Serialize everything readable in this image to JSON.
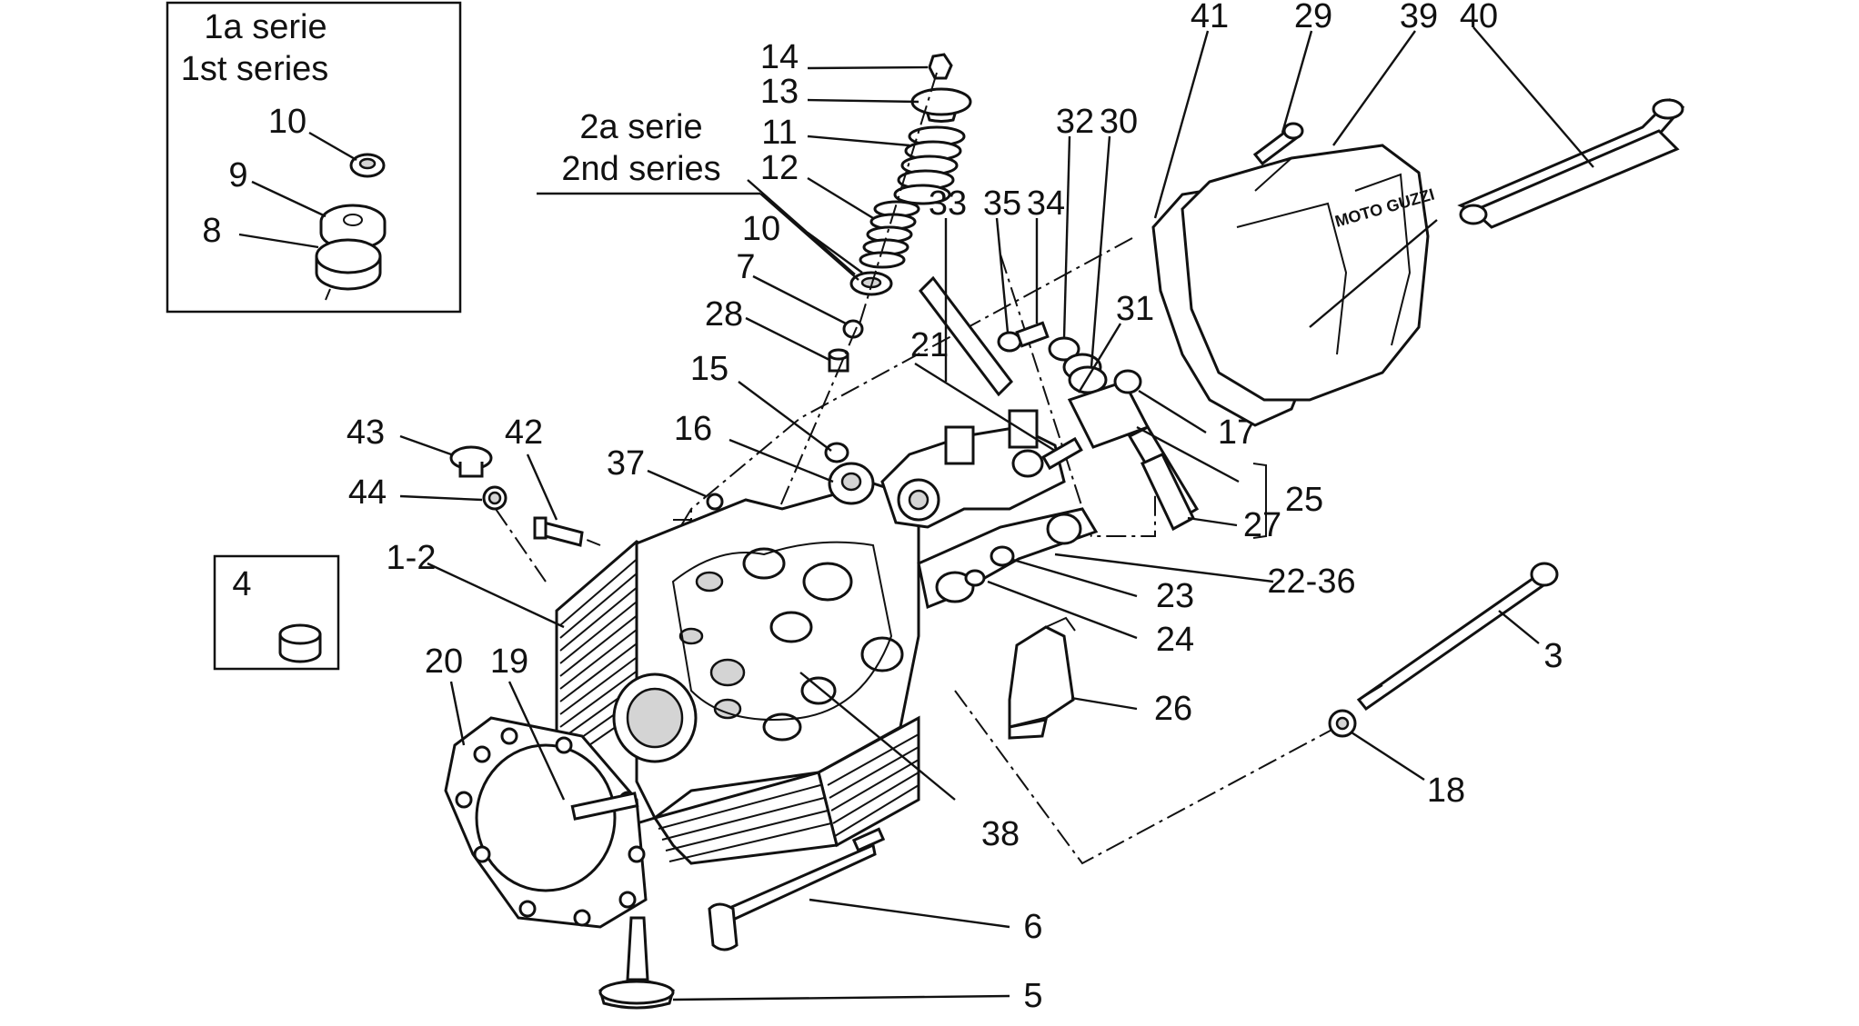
{
  "colors": {
    "ink": "#111111",
    "paper": "#ffffff",
    "shade": "#d4d4d4"
  },
  "inset_first": {
    "line1": "1a serie",
    "line2": "1st series"
  },
  "inset_second": {
    "line1": "2a serie",
    "line2": "2nd series"
  },
  "labels": {
    "p1_2": "1-2",
    "p3": "3",
    "p4": "4",
    "p5": "5",
    "p6": "6",
    "p7": "7",
    "p8": "8",
    "p9": "9",
    "p10a": "10",
    "p10b": "10",
    "p11": "11",
    "p12": "12",
    "p13": "13",
    "p14": "14",
    "p15": "15",
    "p16": "16",
    "p17": "17",
    "p18": "18",
    "p19": "19",
    "p20": "20",
    "p21": "21",
    "p22_36": "22-36",
    "p23": "23",
    "p24": "24",
    "p25": "25",
    "p26": "26",
    "p27": "27",
    "p28": "28",
    "p29": "29",
    "p30": "30",
    "p31": "31",
    "p32": "32",
    "p33": "33",
    "p34": "34",
    "p35": "35",
    "p37": "37",
    "p38": "38",
    "p39": "39",
    "p40": "40",
    "p41": "41",
    "p42": "42",
    "p43": "43",
    "p44": "44"
  },
  "cover_logo": "MOTO GUZZI"
}
